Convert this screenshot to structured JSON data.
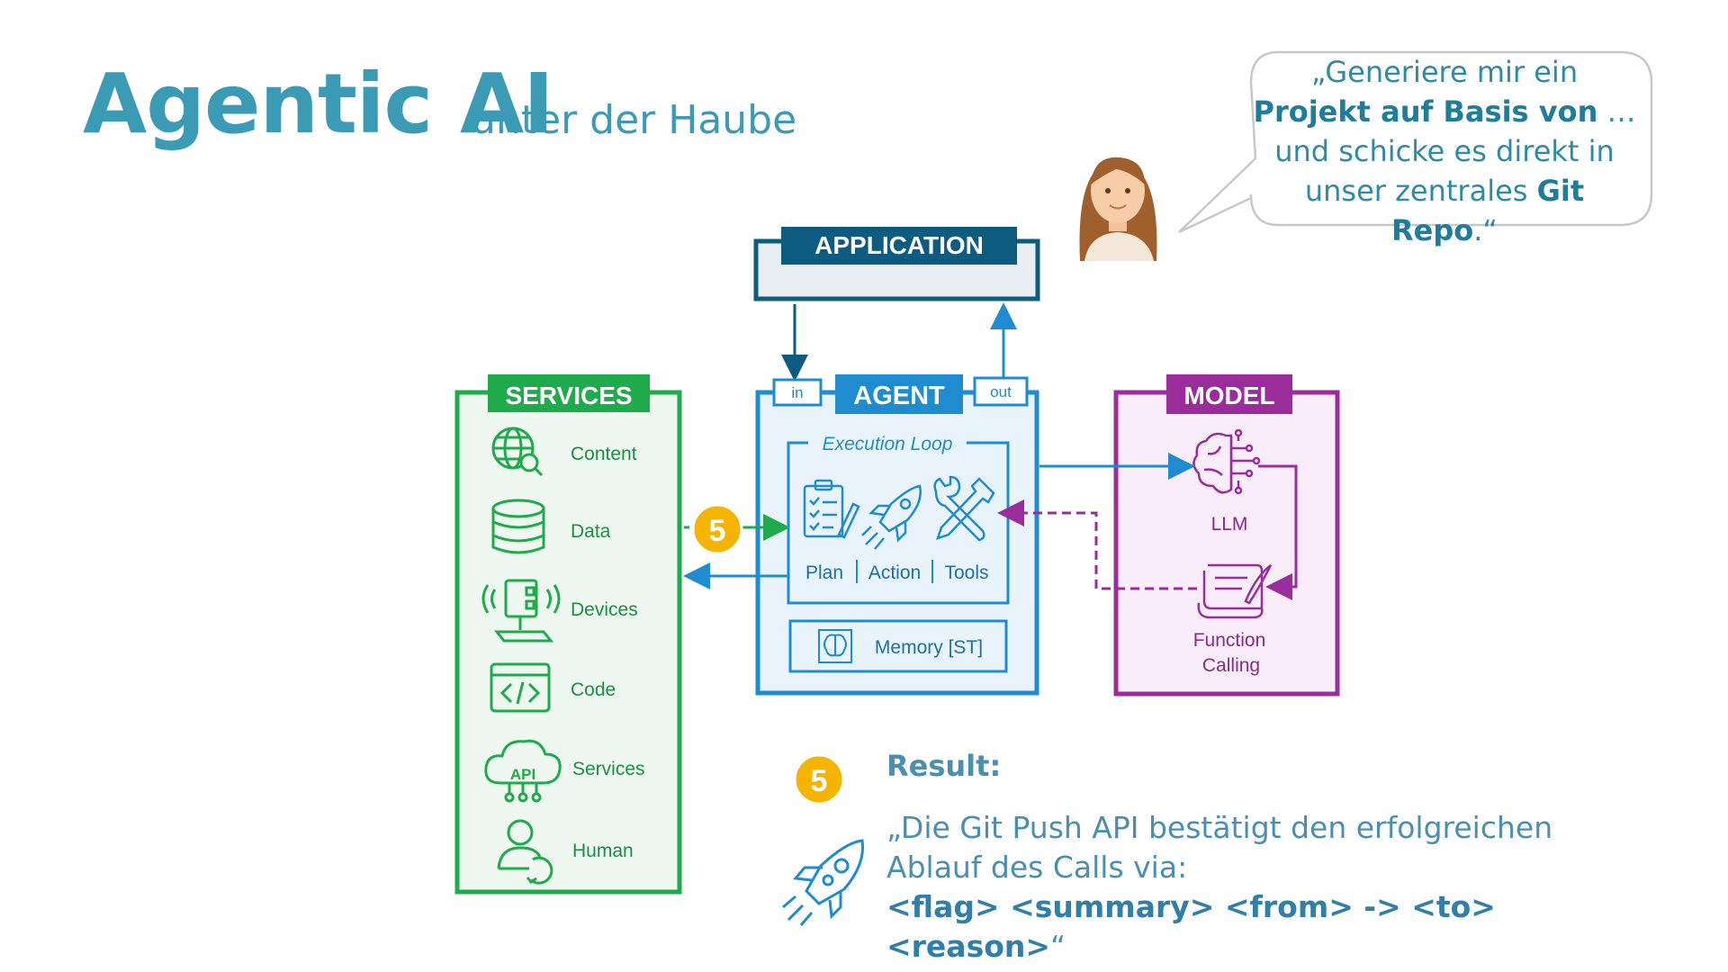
{
  "title": {
    "main": "Agentic AI",
    "sub": "unter der Haube"
  },
  "speech": {
    "open_quote": "„Generiere mir ein ",
    "bold1": "Projekt auf Basis von",
    "mid": " … und schicke es direkt in unser zentrales ",
    "bold2": "Git Repo",
    "close": ".“"
  },
  "application": {
    "label": "APPLICATION"
  },
  "agent": {
    "label": "AGENT",
    "in_label": "in",
    "out_label": "out",
    "loop_label": "Execution Loop",
    "steps": [
      "Plan",
      "Action",
      "Tools"
    ],
    "memory_label": "Memory [ST]"
  },
  "services": {
    "label": "SERVICES",
    "items": [
      {
        "label": "Content",
        "icon": "globe-search-icon"
      },
      {
        "label": "Data",
        "icon": "database-icon"
      },
      {
        "label": "Devices",
        "icon": "iot-device-icon"
      },
      {
        "label": "Code",
        "icon": "code-window-icon"
      },
      {
        "label": "Services",
        "icon": "api-cloud-icon"
      },
      {
        "label": "Human",
        "icon": "person-icon"
      }
    ]
  },
  "model": {
    "label": "MODEL",
    "llm_label": "LLM",
    "fc_label_1": "Function",
    "fc_label_2": "Calling"
  },
  "step_badge": "5",
  "result": {
    "badge": "5",
    "heading": "Result:",
    "line1": "„Die Git Push API bestätigt den erfolgreichen",
    "line2": "Ablauf des Calls via:",
    "code": "<flag> <summary> <from> -> <to> <reason>",
    "close": "“"
  },
  "colors": {
    "title": "#3b9bb5",
    "services": "#1faa4b",
    "agent": "#1e8ccf",
    "application": "#0d5c80",
    "model": "#9b2c9b",
    "badge": "#f5b400"
  }
}
